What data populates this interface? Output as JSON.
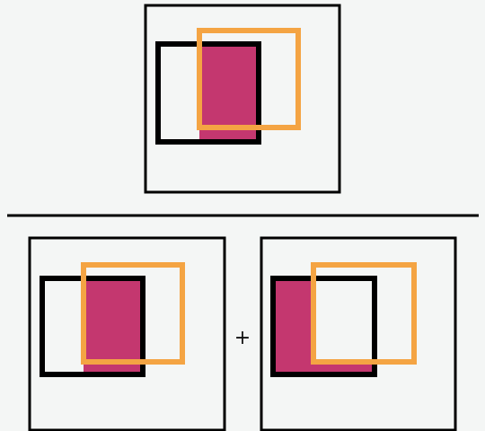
{
  "diagram": {
    "operator": "+",
    "colors": {
      "background": "#f4f6f5",
      "frame": "#000000",
      "square_a": "#000000",
      "square_b": "#f4a443",
      "highlight": "#c4376f"
    },
    "panels": [
      {
        "id": "top",
        "shaded": "intersection"
      },
      {
        "id": "bottom-left",
        "shaded": "intersection"
      },
      {
        "id": "bottom-right",
        "shaded": "black-only"
      }
    ]
  }
}
